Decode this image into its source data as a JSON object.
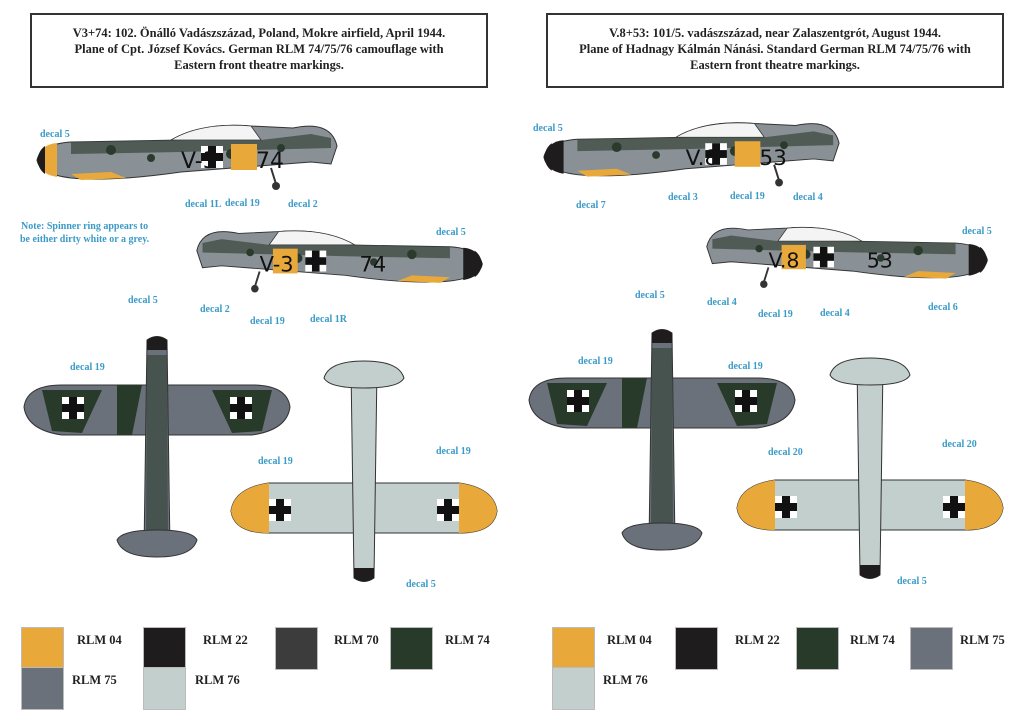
{
  "left": {
    "title": [
      "V3+74: 102. Önálló Vadászszázad, Poland, Mokre airfield, April 1944.",
      "Plane of Cpt. József Kovács. German RLM 74/75/76 camouflage with",
      "Eastern front theatre markings."
    ],
    "code_left": "V-3",
    "code_right": "74",
    "labels": [
      "decal 5",
      "decal 1L",
      "decal 19",
      "decal 2",
      "decal 5",
      "decal 2",
      "decal 19",
      "decal 1R",
      "decal 5",
      "decal 19",
      "decal 19",
      "decal 19",
      "decal 5"
    ],
    "note": [
      "Note: Spinner ring appears to",
      "be either dirty white or a grey."
    ],
    "swatches": [
      {
        "name": "RLM 04",
        "color": "#e9a93a"
      },
      {
        "name": "RLM 22",
        "color": "#1e1c1d"
      },
      {
        "name": "RLM 70",
        "color": "#3c3c3c"
      },
      {
        "name": "RLM 74",
        "color": "#283b2a"
      },
      {
        "name": "RLM 75",
        "color": "#6b717b"
      },
      {
        "name": "RLM 76",
        "color": "#c3cfcc"
      }
    ]
  },
  "right": {
    "title": [
      "V.8+53: 101/5. vadászszázad, near Zalaszentgrót, August 1944.",
      "Plane of Hadnagy Kálmán Nánási. Standard German RLM 74/75/76 with",
      "Eastern front theatre markings."
    ],
    "code_left": "V.8",
    "code_right": "53",
    "labels": [
      "decal 5",
      "decal 7",
      "decal 3",
      "decal 19",
      "decal 4",
      "decal 5",
      "decal 4",
      "decal 19",
      "decal 4",
      "decal 6",
      "decal 5",
      "decal 19",
      "decal 19",
      "decal 20",
      "decal 20",
      "decal 5"
    ],
    "swatches": [
      {
        "name": "RLM 04",
        "color": "#e9a93a"
      },
      {
        "name": "RLM 22",
        "color": "#1e1c1d"
      },
      {
        "name": "RLM 74",
        "color": "#283b2a"
      },
      {
        "name": "RLM 75",
        "color": "#6b717b"
      },
      {
        "name": "RLM 76",
        "color": "#c3cfcc"
      }
    ]
  }
}
